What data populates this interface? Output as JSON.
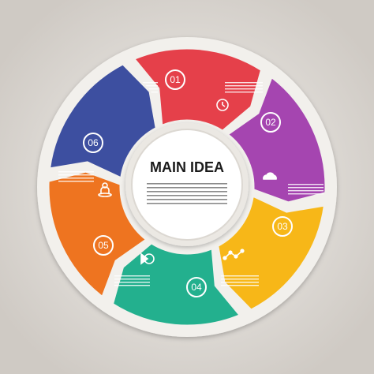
{
  "center": {
    "title": "MAIN IDEA"
  },
  "segments": [
    {
      "number": "01",
      "color": "#e5404a",
      "icon": "target-icon"
    },
    {
      "number": "02",
      "color": "#a545b0",
      "icon": "clock-icon"
    },
    {
      "number": "03",
      "color": "#f7b718",
      "icon": "cloud-icon"
    },
    {
      "number": "04",
      "color": "#23b08e",
      "icon": "line-chart-icon"
    },
    {
      "number": "05",
      "color": "#ee7420",
      "icon": "play-target-icon"
    },
    {
      "number": "06",
      "color": "#3d4fa0",
      "icon": "person-icon"
    }
  ],
  "colors": {
    "background": "#d8d4cf",
    "ring": "#f1efea",
    "center_fill": "#ffffff"
  }
}
